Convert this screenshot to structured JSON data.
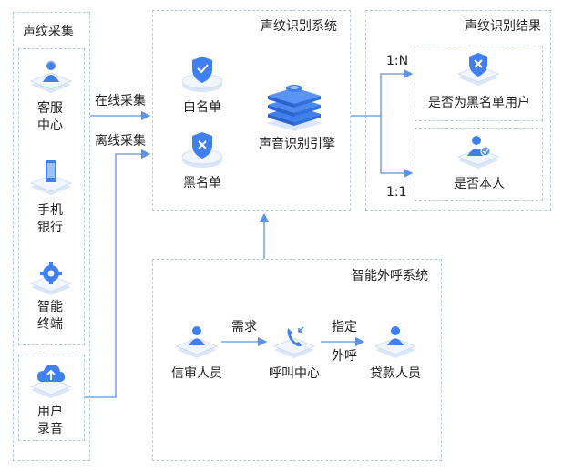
{
  "colors": {
    "accent": "#3f7ff0",
    "line": "#5b93e6",
    "dash": "#b9cbe3",
    "iso_top": "#f1f5fd",
    "iso_side": "#dbe6f8"
  },
  "left_panel": {
    "title": "声纹采集",
    "items": [
      {
        "label_1": "客服",
        "label_2": "中心",
        "icon": "agent-person-icon"
      },
      {
        "label_1": "手机",
        "label_2": "银行",
        "icon": "smartphone-icon"
      },
      {
        "label_1": "智能",
        "label_2": "终端",
        "icon": "gear-icon"
      },
      {
        "label_1": "用户",
        "label_2": "录音",
        "icon": "cloud-upload-icon"
      }
    ]
  },
  "connections": {
    "online": "在线采集",
    "offline": "离线采集"
  },
  "center_panel": {
    "title": "声纹识别系统",
    "whitelist": "白名单",
    "blacklist": "黑名单",
    "engine": "声音识别引擎"
  },
  "right_panel": {
    "title": "声纹识别结果",
    "mode_1n": "1:N",
    "mode_11": "1:1",
    "result_blacklist": "是否为黑名单用户",
    "result_self": "是否本人"
  },
  "bottom_panel": {
    "title": "智能外呼系统",
    "reviewer": "信审人员",
    "demand": "需求",
    "call_center": "呼叫中心",
    "assign": "指定",
    "outbound": "外呼",
    "borrower": "贷款人员"
  }
}
